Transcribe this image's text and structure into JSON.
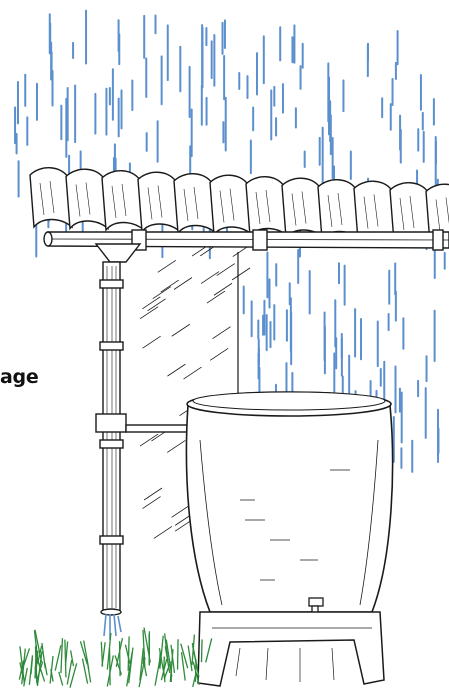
{
  "caption": {
    "clipped_text": "age"
  },
  "colors": {
    "rain": "#5b8fce",
    "ink": "#1a1a1a",
    "grass": "#2f8a3a",
    "background": "#ffffff"
  },
  "scene": {
    "elements": [
      "rain",
      "tiled-roof",
      "gutter",
      "downpipe",
      "diverter-hose",
      "wall-hatching",
      "rain-barrel",
      "barrel-stand",
      "tap",
      "grass",
      "water-splash"
    ]
  }
}
